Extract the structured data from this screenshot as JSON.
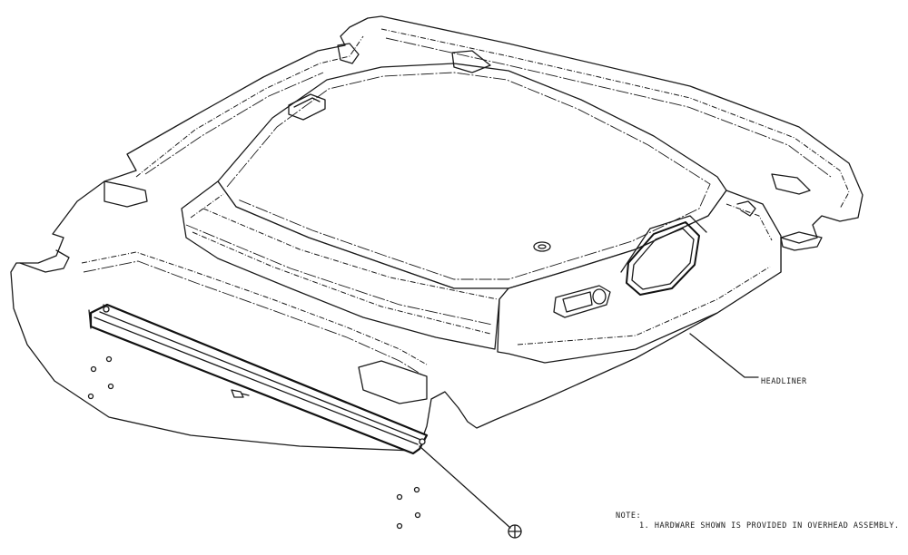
{
  "callouts": {
    "headliner": "HEADLINER"
  },
  "note": {
    "title": "NOTE:",
    "lines": [
      "1. HARDWARE SHOWN IS PROVIDED IN OVERHEAD ASSEMBLY."
    ]
  },
  "colors": {
    "line": "#1a1a1a",
    "background": "#ffffff"
  },
  "icons": {
    "fastener_symbol": "circle-crosshair-icon"
  }
}
